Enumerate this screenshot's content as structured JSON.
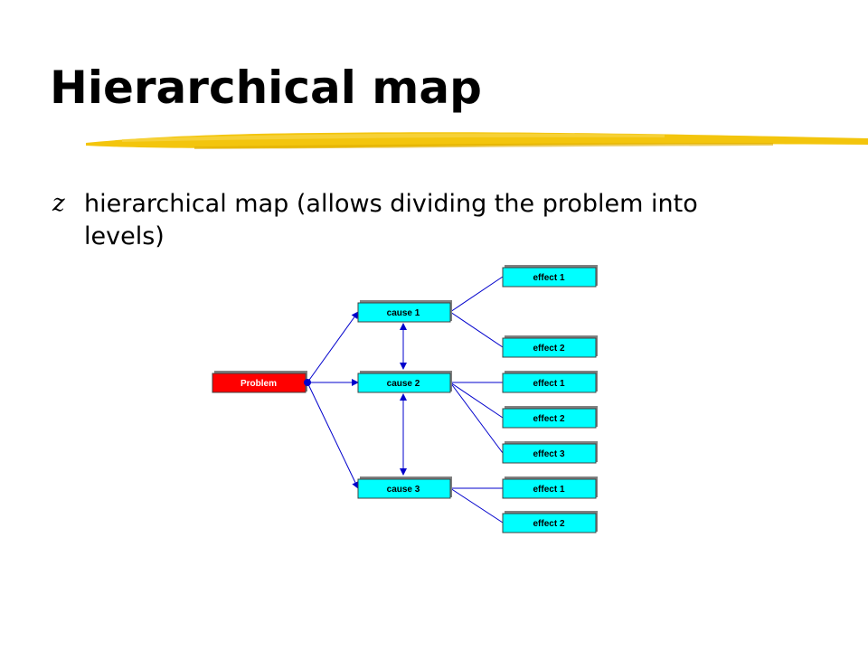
{
  "slide": {
    "title": "Hierarchical map",
    "bullet_glyph": "z",
    "bullet_text": "hierarchical map (allows dividing the problem into levels)"
  },
  "diagram": {
    "root": "Problem",
    "causes": [
      "cause 1",
      "cause 2",
      "cause 3"
    ],
    "effects": {
      "cause_1": [
        "effect 1",
        "effect 2"
      ],
      "cause_2": [
        "effect 1",
        "effect 2",
        "effect 3"
      ],
      "cause_3": [
        "effect 1",
        "effect 2"
      ]
    },
    "colors": {
      "root_fill": "#ff0000",
      "node_fill": "#00ffff",
      "edge": "#0000cc",
      "underline": "#f2c200"
    }
  }
}
